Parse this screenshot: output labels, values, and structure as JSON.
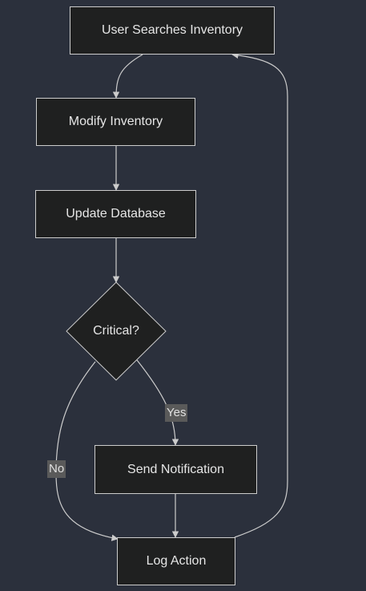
{
  "diagram": {
    "nodes": {
      "search": "User Searches Inventory",
      "modify": "Modify Inventory",
      "update": "Update Database",
      "critical": "Critical?",
      "notify": "Send Notification",
      "log": "Log Action"
    },
    "edge_labels": {
      "yes": "Yes",
      "no": "No"
    },
    "colors": {
      "background": "#2b303c",
      "node_fill": "#1f2020",
      "node_stroke": "#cccccc",
      "edge": "#cccccc",
      "text": "#e6e6e6",
      "label_bg": "#5a5a5a"
    }
  }
}
